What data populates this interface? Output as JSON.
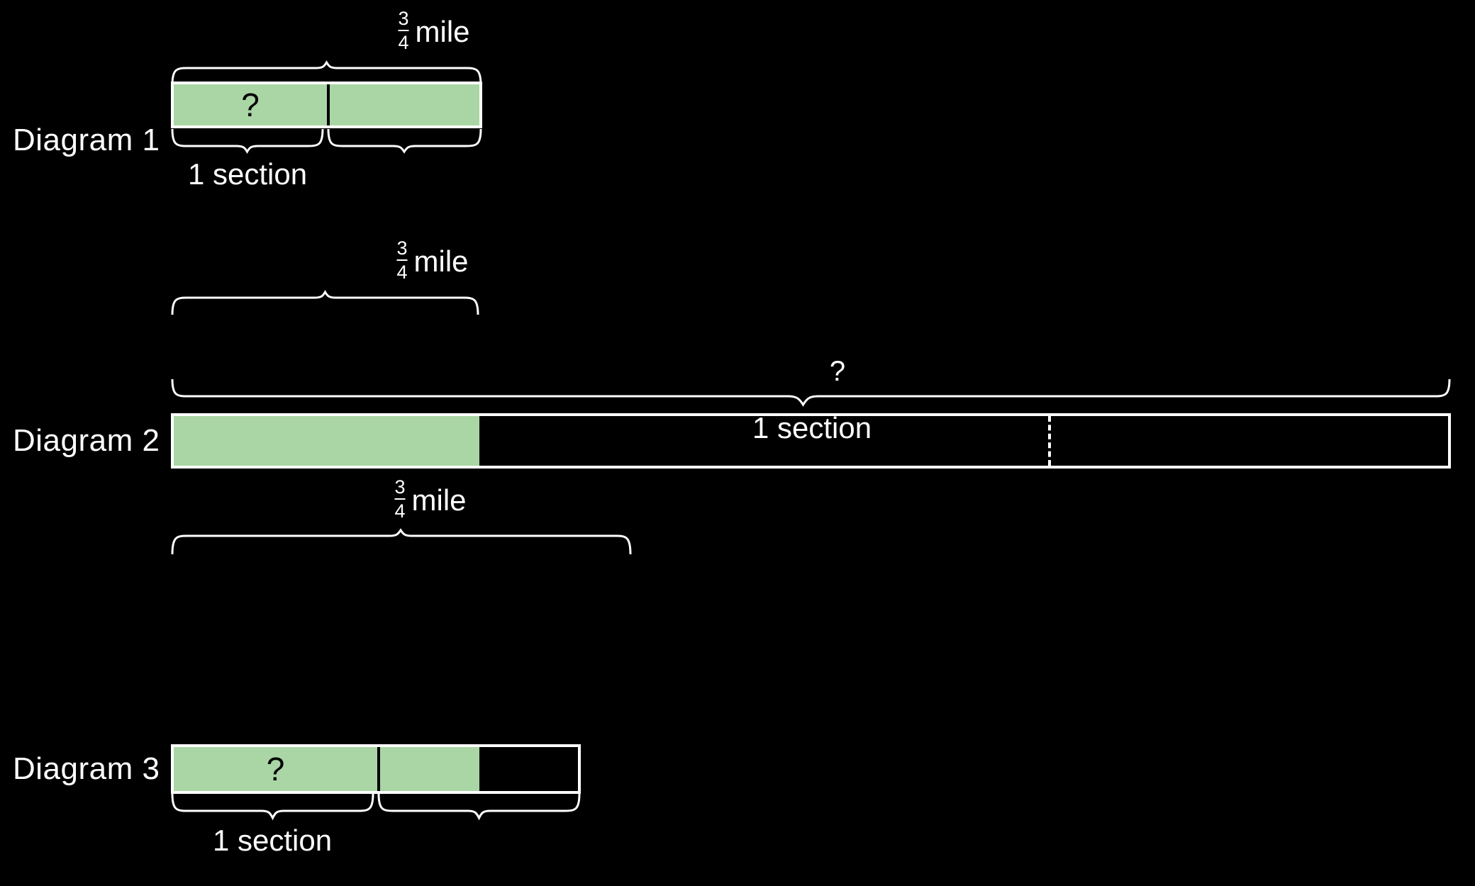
{
  "figure": {
    "type": "tape-diagram-set",
    "background_color": "#000000",
    "stroke_color": "#ffffff",
    "fill_color": "#a9d6a4",
    "unknown_marker": "?",
    "fraction": {
      "numerator": "3",
      "denominator": "4"
    },
    "unit_label": "mile",
    "section_label": "1 section"
  },
  "diagrams": [
    {
      "label": "Diagram 1",
      "top_brace": {
        "label_fraction": {
          "numerator": "3",
          "denominator": "4"
        },
        "label_unit": "mile"
      },
      "bottom_braces": [
        {
          "label": "1 section"
        },
        {
          "label": ""
        }
      ],
      "segments": [
        {
          "filled": true,
          "marker": "?"
        },
        {
          "filled": true,
          "marker": ""
        }
      ]
    },
    {
      "label": "Diagram 2",
      "top_brace": {
        "label_fraction": {
          "numerator": "3",
          "denominator": "4"
        },
        "label_unit": "mile"
      },
      "bottom_braces": [
        {
          "label": "1 section",
          "marker": "?"
        }
      ],
      "segments": [
        {
          "filled": true,
          "marker": ""
        },
        {
          "filled": false,
          "marker": ""
        },
        {
          "filled": false,
          "marker": ""
        }
      ]
    },
    {
      "label": "Diagram 3",
      "top_brace": {
        "label_fraction": {
          "numerator": "3",
          "denominator": "4"
        },
        "label_unit": "mile"
      },
      "bottom_braces": [
        {
          "label": "1 section"
        },
        {
          "label": ""
        }
      ],
      "segments": [
        {
          "filled": true,
          "marker": "?"
        },
        {
          "filled": true,
          "marker": ""
        },
        {
          "filled": false,
          "marker": ""
        }
      ]
    }
  ]
}
